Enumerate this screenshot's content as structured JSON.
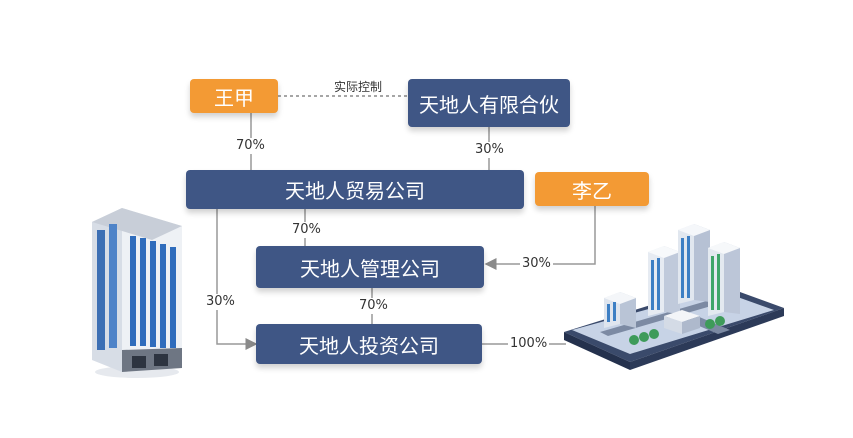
{
  "entities": {
    "wang_jia": "王甲",
    "partnership": "天地人有限合伙",
    "trade_company": "天地人贸易公司",
    "li_yi": "李乙",
    "management_company": "天地人管理公司",
    "investment_company": "天地人投资公司"
  },
  "relations": {
    "actual_control": "实际控制",
    "wang_to_trade": "70%",
    "partnership_to_trade": "30%",
    "trade_to_management": "70%",
    "li_to_management": "30%",
    "trade_to_investment": "30%",
    "management_to_investment": "70%",
    "investment_to_project": "100%"
  },
  "colors": {
    "navy": "#3f5685",
    "orange": "#f39a34",
    "line": "#999999"
  },
  "icons": [
    "office-building-illustration",
    "city-on-tablet-illustration"
  ]
}
